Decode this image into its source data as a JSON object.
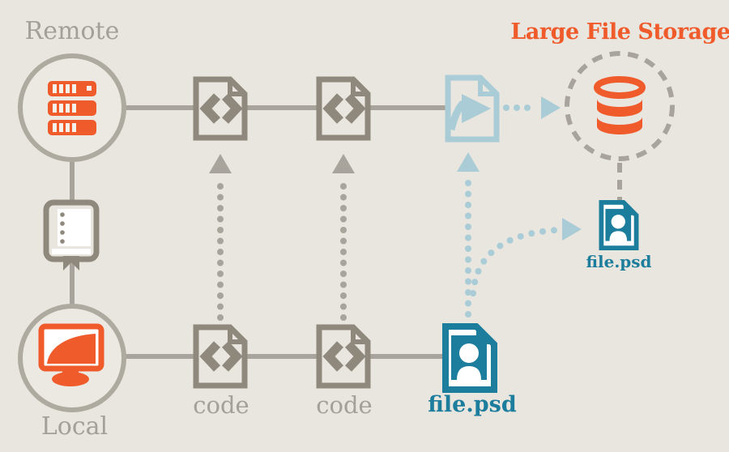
{
  "diagram": {
    "title": "Large File Storage",
    "labels": {
      "remote": "Remote",
      "local": "Local",
      "code1": "code",
      "code2": "code",
      "file_psd_local": "file.psd",
      "file_psd_stored": "file.psd"
    },
    "colors": {
      "background": "#e9e6df",
      "orange": "#f05b2c",
      "teal": "#1d7d9c",
      "light_blue": "#a9ccd7",
      "gray_line": "#a8a49b",
      "gray_icon": "#8e887d",
      "gray_text": "#a3a098",
      "white": "#ffffff"
    },
    "icons": [
      "server-icon",
      "history-book-icon",
      "monitor-icon",
      "code-file-icon",
      "pointer-file-icon",
      "image-file-icon",
      "database-icon"
    ],
    "edges": [
      {
        "from": "remote",
        "to": "code-top-1",
        "style": "solid"
      },
      {
        "from": "code-top-1",
        "to": "code-top-2",
        "style": "solid"
      },
      {
        "from": "code-top-2",
        "to": "pointer-file",
        "style": "solid"
      },
      {
        "from": "remote",
        "to": "local",
        "style": "solid",
        "via": "history-book"
      },
      {
        "from": "local",
        "to": "code-bottom-1",
        "style": "solid"
      },
      {
        "from": "code-bottom-1",
        "to": "code-bottom-2",
        "style": "solid"
      },
      {
        "from": "code-bottom-2",
        "to": "file-psd-local",
        "style": "solid"
      },
      {
        "from": "code-bottom-1",
        "to": "code-top-1",
        "style": "dotted-arrow-gray"
      },
      {
        "from": "code-bottom-2",
        "to": "code-top-2",
        "style": "dotted-arrow-gray"
      },
      {
        "from": "file-psd-local",
        "to": "pointer-file",
        "style": "dotted-arrow-blue"
      },
      {
        "from": "pointer-file",
        "to": "lfs-store",
        "style": "dotted-arrow-blue"
      },
      {
        "from": "file-psd-local",
        "to": "file-psd-stored",
        "style": "dotted-arrow-blue-curved"
      },
      {
        "from": "lfs-store",
        "to": "file-psd-stored",
        "style": "dashed-gray"
      }
    ]
  }
}
